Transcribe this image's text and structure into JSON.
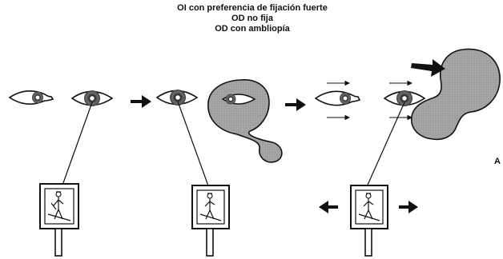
{
  "header": {
    "line1": "OI con preferencia de fijación fuerte",
    "line2": "OD no fija",
    "line3": "OD con ambliopía"
  },
  "corner_label": "A",
  "colors": {
    "ink": "#111111",
    "iris_dark": "#3a3a3a",
    "iris_mid": "#6e6e6e",
    "blob_fill": "#a8a8a8",
    "background": "#ffffff"
  },
  "panels": [
    {
      "name": "panel-1",
      "right_eye_position": "looks straight at target",
      "left_eye_position": "deviated, not fixating"
    },
    {
      "name": "panel-2",
      "description_hint": "amblyopic eye fixates, fellow eye has strong pull"
    },
    {
      "name": "panel-3",
      "target_motion": "both directions"
    }
  ]
}
